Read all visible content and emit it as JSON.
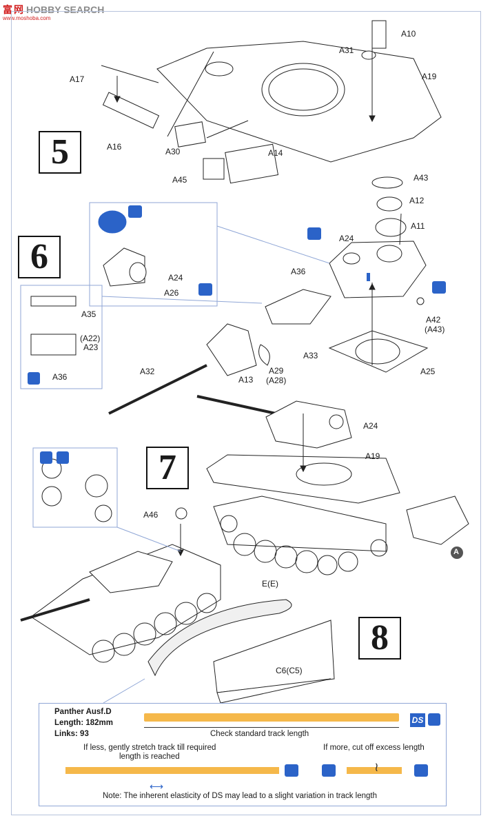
{
  "watermark": {
    "main": "HOBBY SEARCH",
    "sub": "www.moshoba.com"
  },
  "steps": {
    "s5": "5",
    "s6": "6",
    "s7": "7",
    "s8": "8"
  },
  "parts": {
    "A10": "A10",
    "A31": "A31",
    "A19": "A19",
    "A17": "A17",
    "A16": "A16",
    "A30": "A30",
    "A14": "A14",
    "A45": "A45",
    "A43": "A43",
    "A12": "A12",
    "A11": "A11",
    "A24": "A24",
    "A26": "A26",
    "A36": "A36",
    "A35": "A35",
    "A22": "(A22)",
    "A23": "A23",
    "A42": "A42",
    "A43b": "(A43)",
    "A32": "A32",
    "A13": "A13",
    "A29": "A29",
    "A28": "(A28)",
    "A33": "A33",
    "A25": "A25",
    "A46": "A46",
    "EE": "E(E)",
    "C6C5": "C6(C5)",
    "A": "A"
  },
  "track_box": {
    "model": "Panther Ausf.D",
    "length": "Length: 182mm",
    "links": "Links: 93",
    "check": "Check standard track length",
    "if_less": "If less, gently stretch track till required",
    "if_less2": "length is reached",
    "if_more": "If more, cut off excess length",
    "note": "Note: The inherent elasticity of DS may lead to a slight variation in track length",
    "ds_logo": "DS"
  },
  "colors": {
    "accent": "#2b63c8",
    "track": "#f5b84a",
    "frame": "#b6c2dc"
  }
}
